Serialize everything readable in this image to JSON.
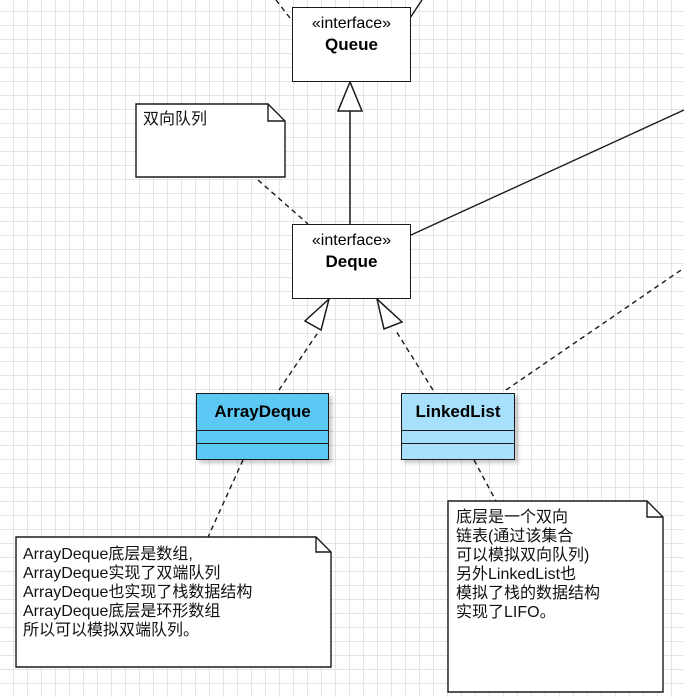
{
  "queue": {
    "stereotype": "«interface»",
    "name": "Queue"
  },
  "deque": {
    "stereotype": "«interface»",
    "name": "Deque"
  },
  "array_deque": {
    "name": "ArrayDeque",
    "fill": "#5cc9f5"
  },
  "linked_list": {
    "name": "LinkedList",
    "fill": "#a6e0fa"
  },
  "notes": {
    "deque_note": "双向队列",
    "array_deque_note": "ArrayDeque底层是数组,\nArrayDeque实现了双端队列\nArrayDeque也实现了栈数据结构\nArrayDeque底层是环形数组\n所以可以模拟双端队列。",
    "linked_list_note": "底层是一个双向\n链表(通过该集合\n可以模拟双向队列)\n另外LinkedList也\n模拟了栈的数据结构\n实现了LIFO。"
  },
  "colors": {
    "line": "#1a1a1a",
    "grid": "#e4e4e4"
  }
}
